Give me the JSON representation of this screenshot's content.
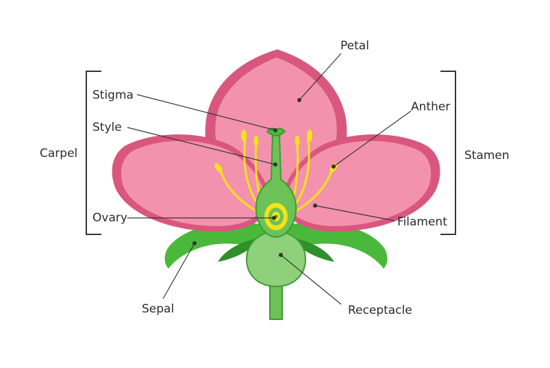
{
  "diagram": {
    "labels": {
      "petal": "Petal",
      "stigma": "Stigma",
      "style": "Style",
      "anther": "Anther",
      "carpel": "Carpel",
      "stamen": "Stamen",
      "ovary": "Ovary",
      "filament": "Filament",
      "sepal": "Sepal",
      "receptacle": "Receptacle"
    },
    "colors": {
      "petal_fill": "#f392ac",
      "petal_edge": "#d9577f",
      "sepal_fill": "#4ab83a",
      "sepal_dark": "#2f8f2a",
      "stem_fill": "#6cc257",
      "stem_edge": "#3e9a35",
      "receptacle_fill": "#8fd07a",
      "stamen_yellow": "#f4e21a",
      "leader_line": "#333333"
    }
  }
}
